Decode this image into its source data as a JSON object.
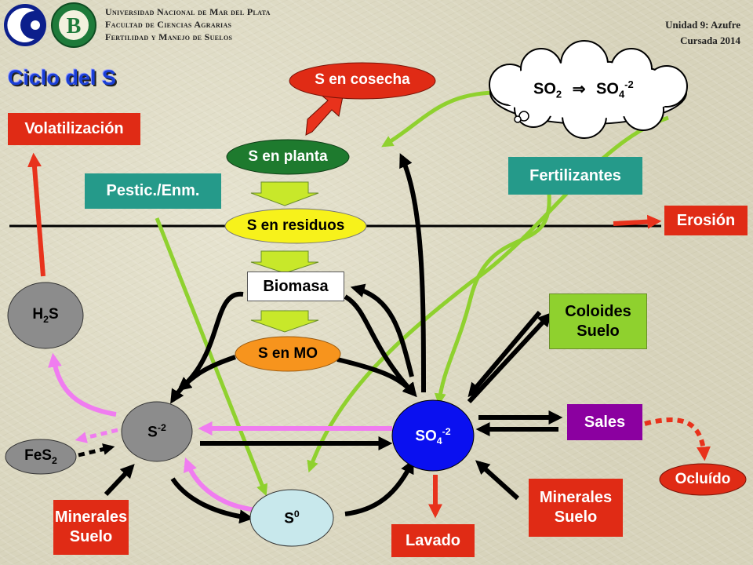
{
  "header": {
    "line1": "Universidad Nacional de Mar del Plata",
    "line2": "Facultad de Ciencias Agrarias",
    "line3": "Fertilidad y Manejo de Suelos",
    "unit": "Unidad 9: Azufre",
    "year": "Cursada 2014"
  },
  "title": "Ciclo del S",
  "nodes": {
    "cosecha": "S en cosecha",
    "volatilizacion": "Volatilización",
    "planta": "S en planta",
    "pestic": "Pestic./Enm.",
    "fertilizantes": "Fertilizantes",
    "residuos": "S en residuos",
    "erosion": "Erosión",
    "biomasa": "Biomasa",
    "mo": "S en MO",
    "coloides_1": "Coloides",
    "coloides_2": "Suelo",
    "sales": "Sales",
    "ocluido": "Ocluído",
    "minerales_right_1": "Minerales",
    "minerales_right_2": "Suelo",
    "minerales_left_1": "Minerales",
    "minerales_left_2": "Suelo",
    "lavado": "Lavado"
  },
  "chem": {
    "so2": "SO",
    "so2_sub": "2",
    "so4_cloud": "SO",
    "so4_cloud_sub": "4",
    "so4_cloud_sup": "-2",
    "h2s_h": "H",
    "h2s_sub": "2",
    "h2s_s": "S",
    "fes2": "FeS",
    "fes2_sub": "2",
    "sulfide": "S",
    "sulfide_sup": "-2",
    "sulfate": "SO",
    "sulfate_sub": "4",
    "sulfate_sup": "-2",
    "s0": "S",
    "s0_sup": "0"
  },
  "colors": {
    "red": "#e02b15",
    "teal": "#259a8a",
    "lime": "#8fd12e",
    "purple": "#8b00a0",
    "blue": "#0a10f0",
    "pink": "#f07cf0",
    "grey": "#8c8c8c",
    "lightblue": "#c8e8ec"
  }
}
